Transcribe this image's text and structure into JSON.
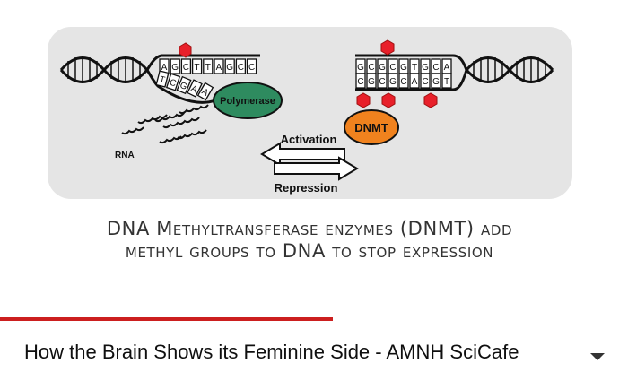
{
  "video": {
    "title": "How the Brain Shows its Feminine Side - AMNH SciCafe",
    "progress_fraction": 0.537
  },
  "slide": {
    "caption_line1": "DNA Methyltransferase enzymes (DNMT) add",
    "caption_line2": "methyl groups to DNA to stop expression",
    "labels": {
      "polymerase": "Polymerase",
      "dnmt": "DNMT",
      "rna": "RNA",
      "activation": "Activation",
      "repression": "Repression"
    },
    "left_top_bases": [
      "A",
      "G",
      "C",
      "T",
      "T",
      "A",
      "G",
      "C",
      "C"
    ],
    "left_bottom_bases": [
      "T",
      "C",
      "G",
      "A",
      "A"
    ],
    "right_top_bases": [
      "G",
      "C",
      "G",
      "C",
      "G",
      "T",
      "G",
      "C",
      "A"
    ],
    "right_bottom_bases": [
      "C",
      "G",
      "C",
      "G",
      "C",
      "A",
      "C",
      "G",
      "T"
    ]
  },
  "colors": {
    "methyl": "#e8202a",
    "polymerase": "#2e8b5f",
    "dnmt": "#f0821e",
    "progress": "#cc1f1f"
  },
  "icons": {
    "expand": "chevron-down-icon"
  }
}
